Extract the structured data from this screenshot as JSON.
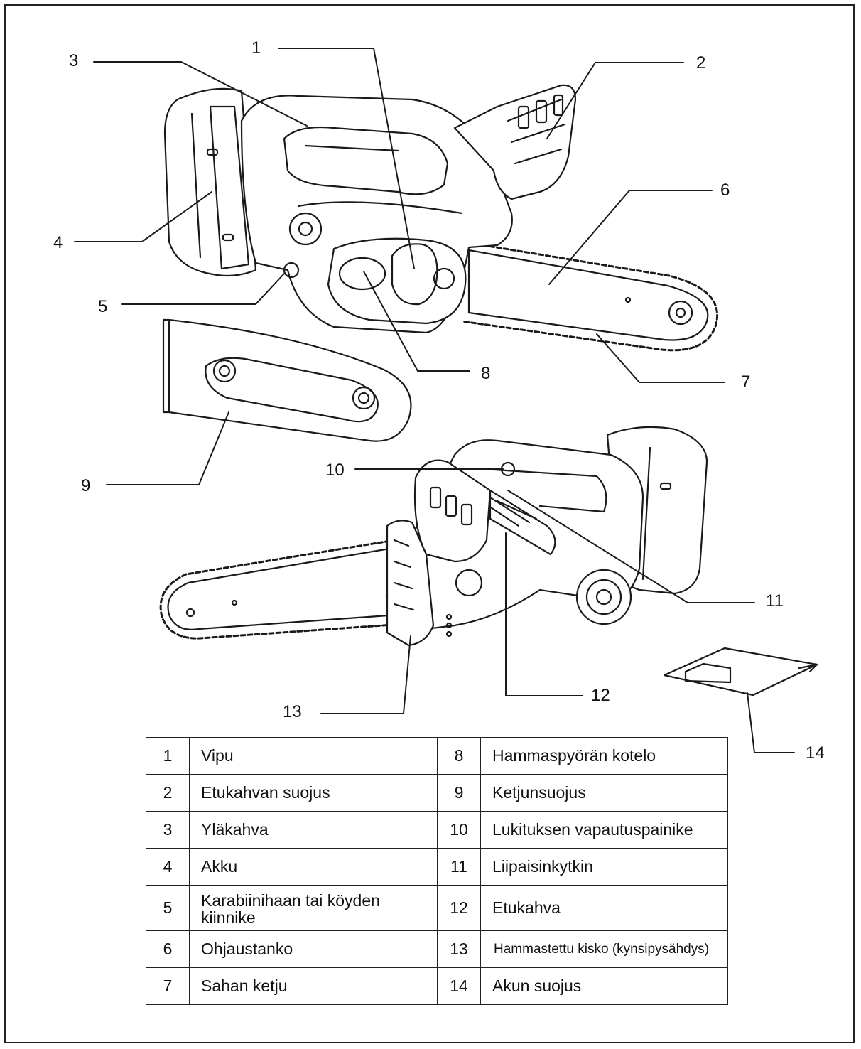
{
  "callouts": {
    "c1": "1",
    "c2": "2",
    "c3": "3",
    "c4": "4",
    "c5": "5",
    "c6": "6",
    "c7": "7",
    "c8": "8",
    "c9": "9",
    "c10": "10",
    "c11": "11",
    "c12": "12",
    "c13": "13",
    "c14": "14"
  },
  "legend": {
    "rows": [
      {
        "left_num": "1",
        "left_text": "Vipu",
        "right_num": "8",
        "right_text": "Hammaspyörän kotelo"
      },
      {
        "left_num": "2",
        "left_text": "Etukahvan suojus",
        "right_num": "9",
        "right_text": "Ketjunsuojus"
      },
      {
        "left_num": "3",
        "left_text": "Yläkahva",
        "right_num": "10",
        "right_text": "Lukituksen vapautuspainike"
      },
      {
        "left_num": "4",
        "left_text": "Akku",
        "right_num": "11",
        "right_text": "Liipaisinkytkin"
      },
      {
        "left_num": "5",
        "left_text": "Karabiinihaan tai köyden kiinnike",
        "right_num": "12",
        "right_text": "Etukahva"
      },
      {
        "left_num": "6",
        "left_text": "Ohjaustanko",
        "right_num": "13",
        "right_text": "Hammastettu kisko (kynsipysähdys)"
      },
      {
        "left_num": "7",
        "left_text": "Sahan ketju",
        "right_num": "14",
        "right_text": "Akun suojus"
      }
    ]
  }
}
